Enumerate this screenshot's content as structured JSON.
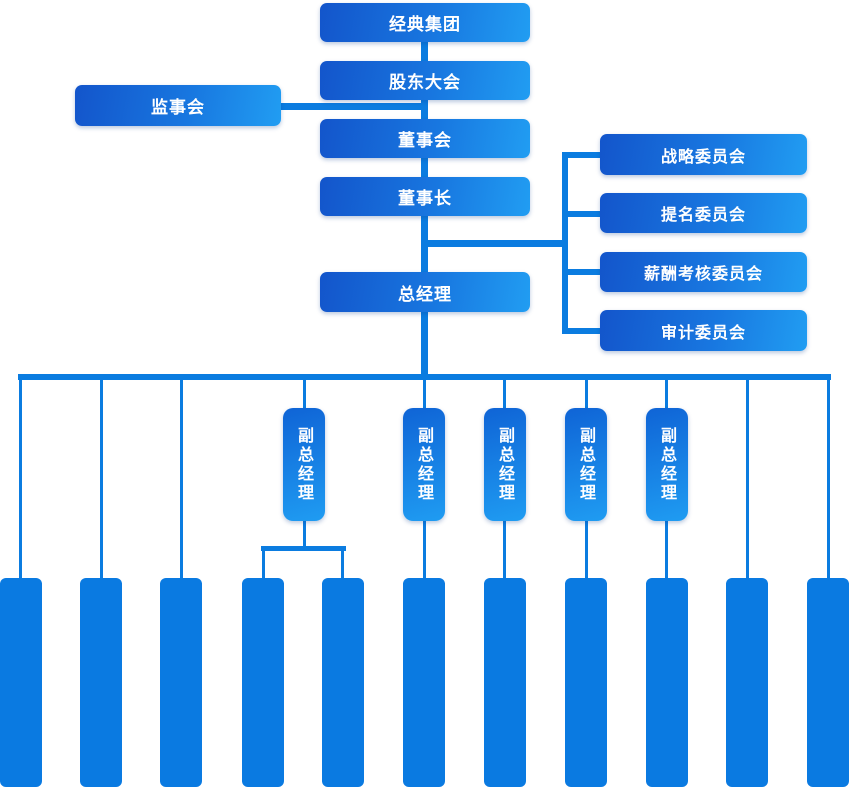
{
  "org_chart": {
    "title": "company-organization-chart",
    "root": {
      "label": "经典集团"
    },
    "chain": [
      {
        "id": "shareholders-meeting",
        "label": "股东大会"
      },
      {
        "id": "board-of-directors",
        "label": "董事会"
      },
      {
        "id": "chairman",
        "label": "董事长"
      },
      {
        "id": "general-manager",
        "label": "总经理"
      }
    ],
    "supervisory": {
      "label": "监事会"
    },
    "committees": [
      {
        "label": "战略委员会"
      },
      {
        "label": "提名委员会"
      },
      {
        "label": "薪酬考核委员会"
      },
      {
        "label": "审计委员会"
      }
    ],
    "deputies": [
      {
        "label": "副总经理"
      },
      {
        "label": "副总经理"
      },
      {
        "label": "副总经理"
      },
      {
        "label": "副总经理"
      },
      {
        "label": "副总经理"
      }
    ],
    "departments": [
      {
        "label": ""
      },
      {
        "label": ""
      },
      {
        "label": ""
      },
      {
        "label": ""
      },
      {
        "label": ""
      },
      {
        "label": ""
      },
      {
        "label": ""
      },
      {
        "label": ""
      },
      {
        "label": ""
      },
      {
        "label": ""
      },
      {
        "label": ""
      }
    ],
    "colors": {
      "line": "#0b7ce0",
      "box_gradient_start": "#1355cb",
      "box_gradient_end": "#219df2",
      "solid_box": "#0a7ae1",
      "text": "#ffffff"
    }
  }
}
